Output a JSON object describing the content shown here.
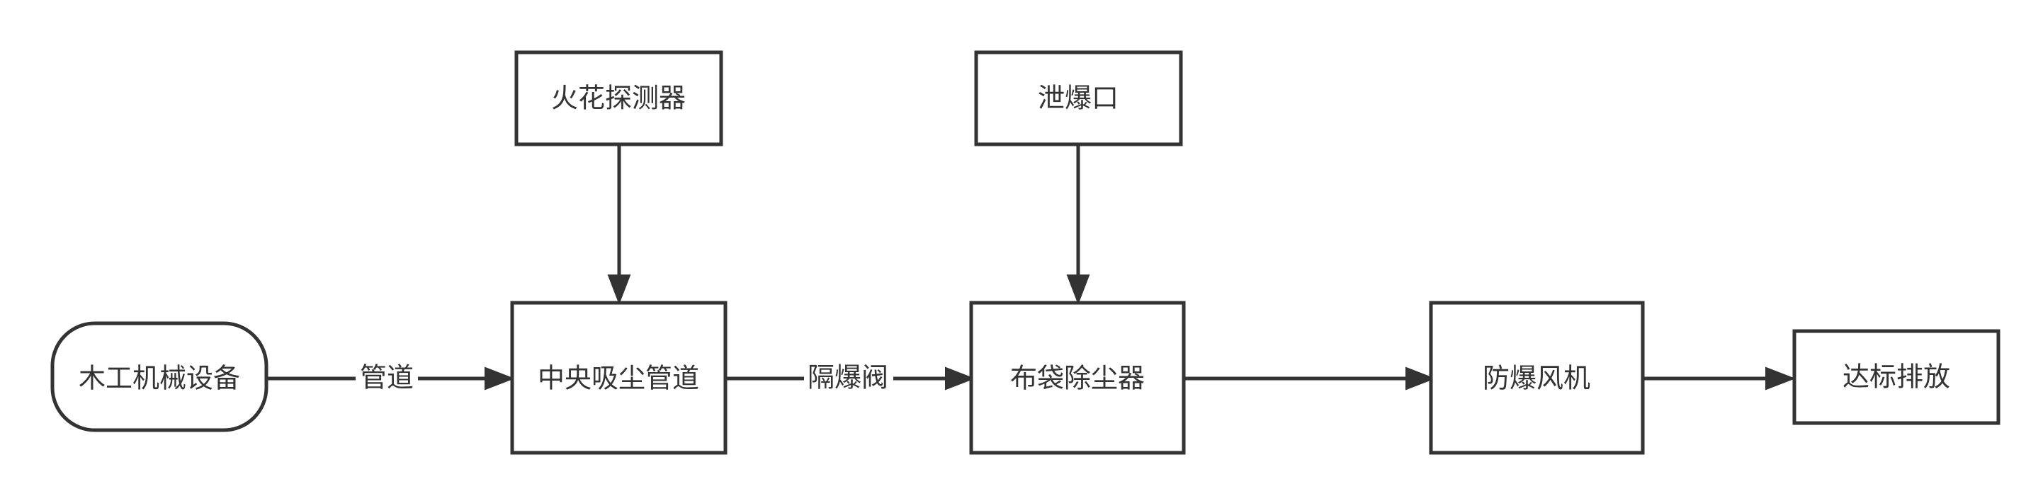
{
  "diagram": {
    "nodes": {
      "source": "木工机械设备",
      "spark": "火花探测器",
      "central": "中央吸尘管道",
      "vent": "泄爆口",
      "baghouse": "布袋除尘器",
      "fan": "防爆风机",
      "outlet": "达标排放"
    },
    "edges": {
      "source_to_central": "管道",
      "central_to_baghouse": "隔爆阀"
    }
  }
}
